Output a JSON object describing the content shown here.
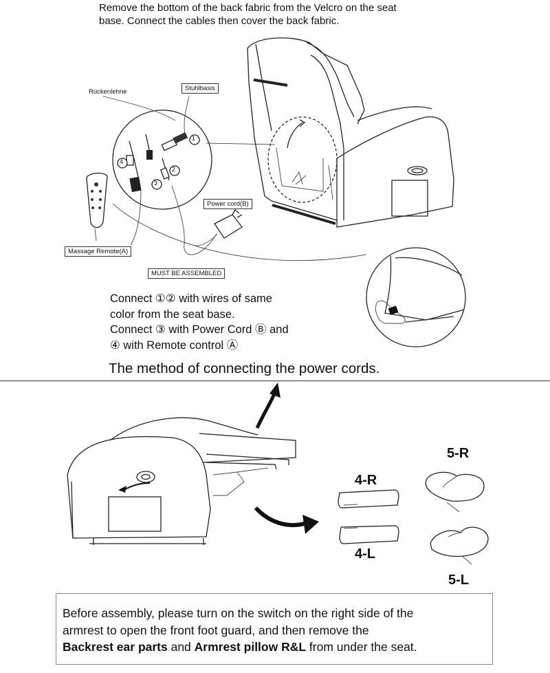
{
  "top": {
    "intro_line1": "Remove the bottom of the back fabric from the Velcro on the seat",
    "intro_line2": "base. Connect the cables then cover the back fabric.",
    "label_backrest": "Rückenlehne",
    "label_seat_base": "Stuhlbasis",
    "label_power_cord": "Power cord(B)",
    "label_massage_remote": "Massage Remote(A)",
    "label_must_assemble": "MUST BE ASSEMBLED",
    "callout_1": "1",
    "callout_2": "2",
    "callout_3": "3",
    "callout_4": "4",
    "step_line1": "Connect ①② with wires of same",
    "step_line2": "color from the seat base.",
    "step_line3": "Connect ③ with Power Cord Ⓑ and",
    "step_line4": "④ with Remote control Ⓐ",
    "caption": "The method of connecting the power cords."
  },
  "bottom": {
    "part_5r": "5-R",
    "part_4r": "4-R",
    "part_4l": "4-L",
    "part_5l": "5-L",
    "note_line1": "Before assembly, please turn on the switch on the right side of the",
    "note_line2": "armrest to open the front foot guard, and then remove the",
    "note_bold1": "Backrest ear parts",
    "note_and": " and ",
    "note_bold2": "Armrest pillow R&L",
    "note_end": " from under the seat."
  }
}
